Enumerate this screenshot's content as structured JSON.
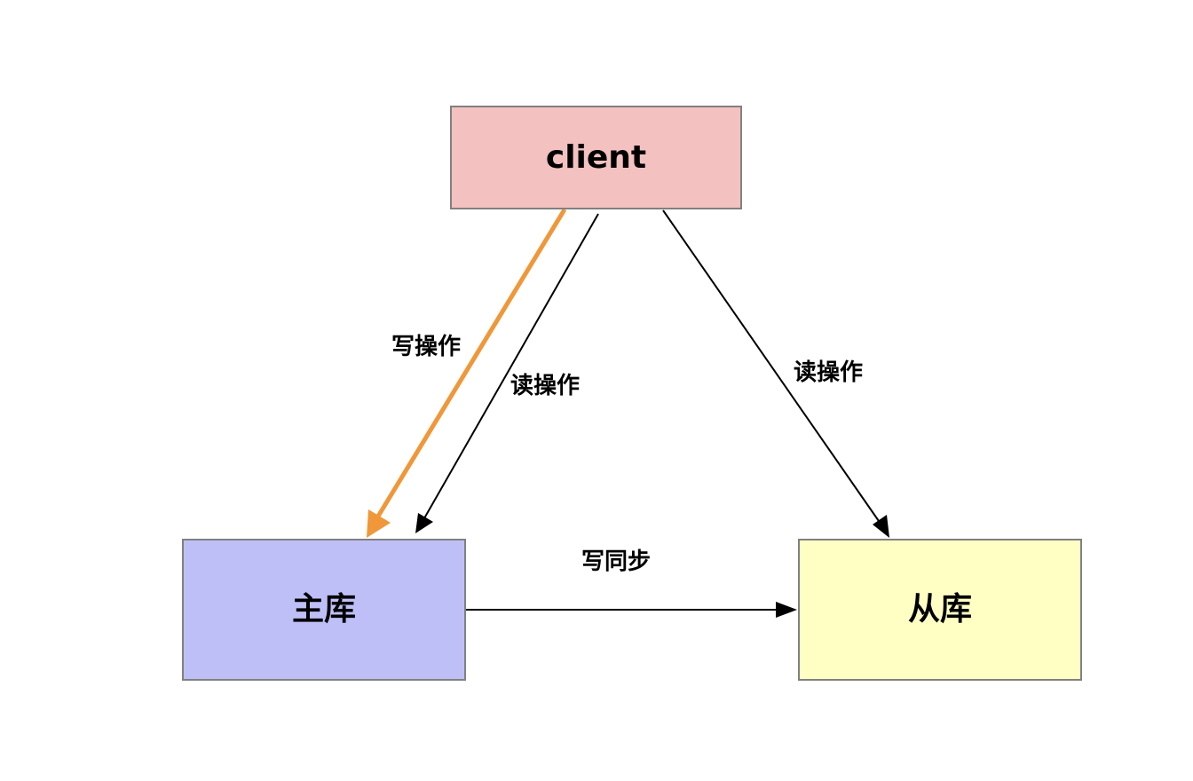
{
  "nodes": {
    "client": {
      "label": "client",
      "fill": "#f4c1c1"
    },
    "master": {
      "label": "主库",
      "fill": "#bfbff8"
    },
    "slave": {
      "label": "从库",
      "fill": "#ffffc4"
    }
  },
  "edges": {
    "write": {
      "label": "写操作",
      "from": "client",
      "to": "主库",
      "color": "#f0973a"
    },
    "read_master": {
      "label": "读操作",
      "from": "client",
      "to": "主库",
      "color": "#000000"
    },
    "read_slave": {
      "label": "读操作",
      "from": "client",
      "to": "从库",
      "color": "#000000"
    },
    "sync": {
      "label": "写同步",
      "from": "主库",
      "to": "从库",
      "color": "#000000"
    }
  },
  "colors": {
    "node_border": "#808080",
    "background": "#ffffff"
  }
}
